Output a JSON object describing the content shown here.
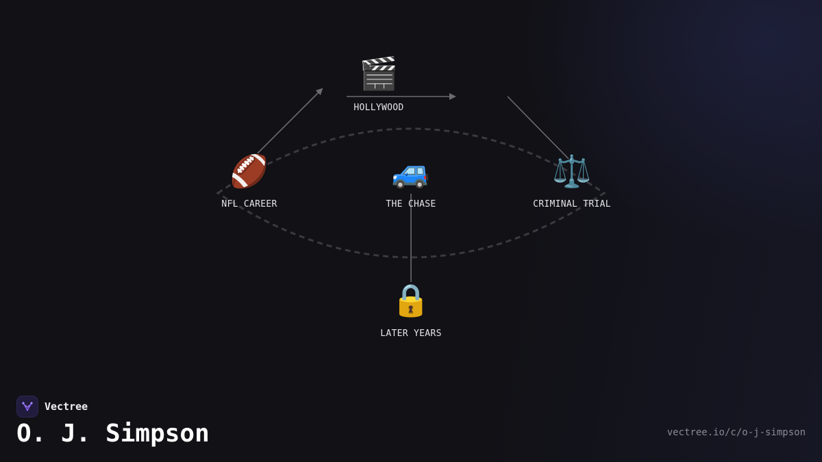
{
  "brand": {
    "name": "Vectree",
    "logo_icon": "vectree-logo-icon",
    "logo_color": "#8b5cf6"
  },
  "title": "O. J. Simpson",
  "url": "vectree.io/c/o-j-simpson",
  "colors": {
    "background": "#111116",
    "edge": "#6b6b72",
    "ring": "#3a3a40",
    "label": "#e6e6ea"
  },
  "nodes": [
    {
      "id": "hollywood",
      "label": "HOLLYWOOD",
      "icon": "clapper-board-icon",
      "glyph": "🎬"
    },
    {
      "id": "nfl-career",
      "label": "NFL CAREER",
      "icon": "football-icon",
      "glyph": "🏈"
    },
    {
      "id": "the-chase",
      "label": "THE CHASE",
      "icon": "suv-icon",
      "glyph": "🚙"
    },
    {
      "id": "criminal-trial",
      "label": "CRIMINAL TRIAL",
      "icon": "scales-icon",
      "glyph": "⚖️"
    },
    {
      "id": "later-years",
      "label": "LATER YEARS",
      "icon": "lock-icon",
      "glyph": "🔒"
    }
  ],
  "edges": [
    {
      "from": "nfl-career",
      "to": "hollywood",
      "arrow": true
    },
    {
      "from": "hollywood",
      "to": "criminal-trial",
      "arrow": true
    },
    {
      "from": "criminal-trial",
      "to": "criminal-trial-in",
      "arrow": false
    },
    {
      "from": "the-chase",
      "to": "later-years",
      "arrow": false
    }
  ]
}
